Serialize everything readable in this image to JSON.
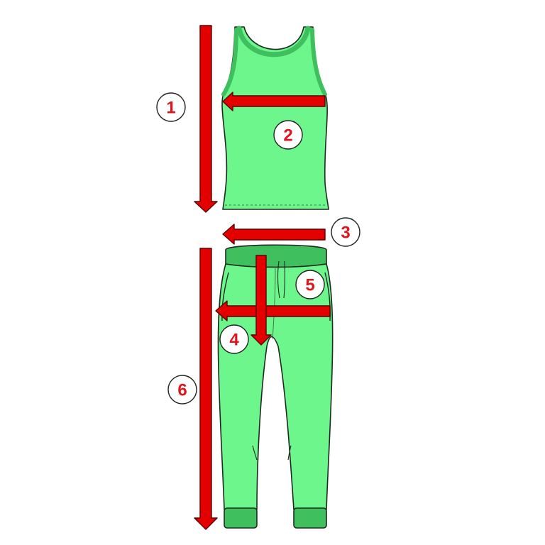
{
  "colors": {
    "garment_fill": "#6cf68c",
    "garment_dark": "#3fbf5d",
    "outline": "#1e2a20",
    "arrow": "#e50000",
    "badge_text": "#e0141b",
    "background": "#ffffff"
  },
  "markers": [
    {
      "id": "1",
      "label": "1"
    },
    {
      "id": "2",
      "label": "2"
    },
    {
      "id": "3",
      "label": "3"
    },
    {
      "id": "4",
      "label": "4"
    },
    {
      "id": "5",
      "label": "5"
    },
    {
      "id": "6",
      "label": "6"
    }
  ]
}
